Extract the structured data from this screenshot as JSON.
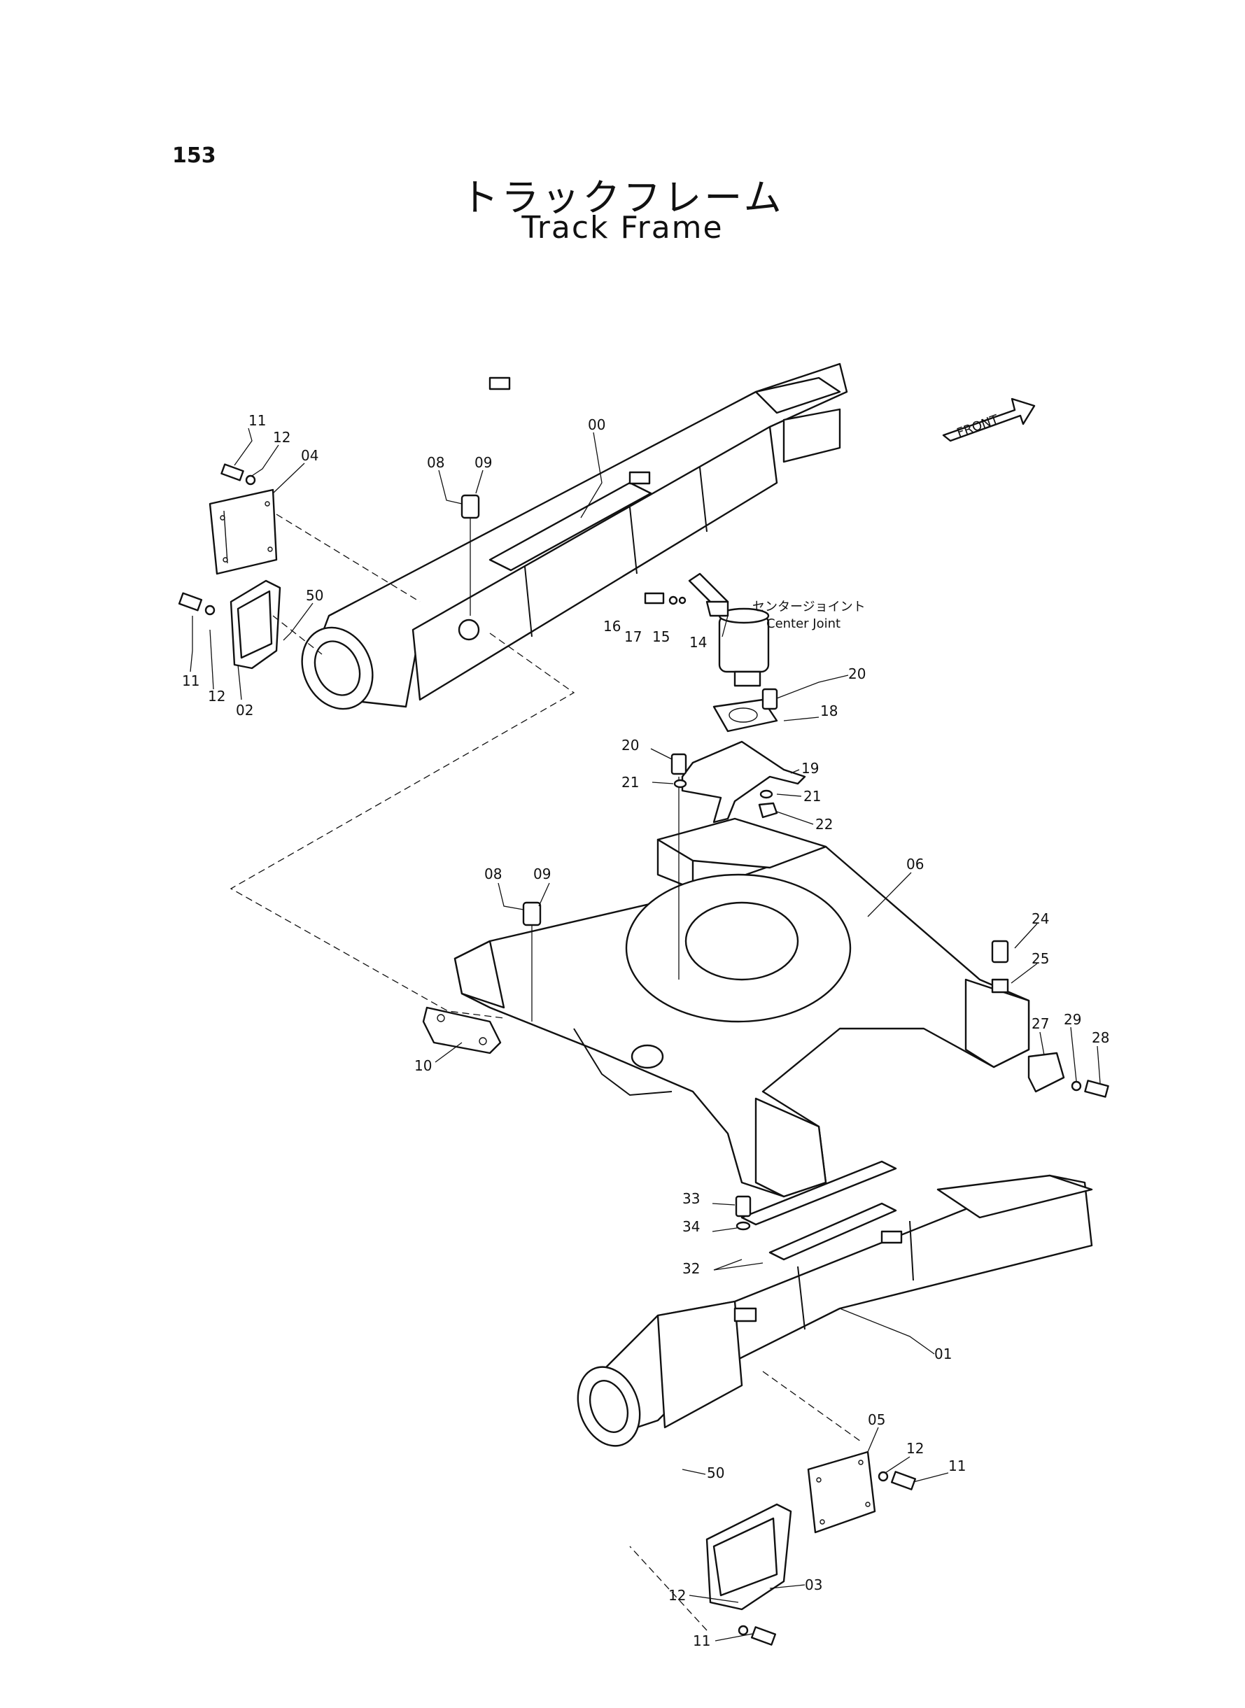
{
  "page": {
    "number": "153"
  },
  "title": {
    "japanese": "トラックフレーム",
    "english": "Track Frame"
  },
  "front_indicator": "FRONT",
  "center_joint": {
    "japanese": "センタージョイント",
    "english": "Center Joint"
  },
  "callouts": {
    "c00": "00",
    "c01": "01",
    "c02": "02",
    "c03": "03",
    "c04": "04",
    "c05": "05",
    "c06": "06",
    "c08a": "08",
    "c09a": "09",
    "c08b": "08",
    "c09b": "09",
    "c10": "10",
    "c11a": "11",
    "c12a": "12",
    "c11b": "11",
    "c12b": "12",
    "c11c": "11",
    "c12c": "12",
    "c11d": "11",
    "c12d": "12",
    "c14": "14",
    "c15": "15",
    "c16": "16",
    "c17": "17",
    "c18": "18",
    "c19": "19",
    "c20a": "20",
    "c20b": "20",
    "c21a": "21",
    "c21b": "21",
    "c22": "22",
    "c24": "24",
    "c25": "25",
    "c27": "27",
    "c28": "28",
    "c29": "29",
    "c32": "32",
    "c33": "33",
    "c34": "34",
    "c50a": "50",
    "c50b": "50"
  }
}
